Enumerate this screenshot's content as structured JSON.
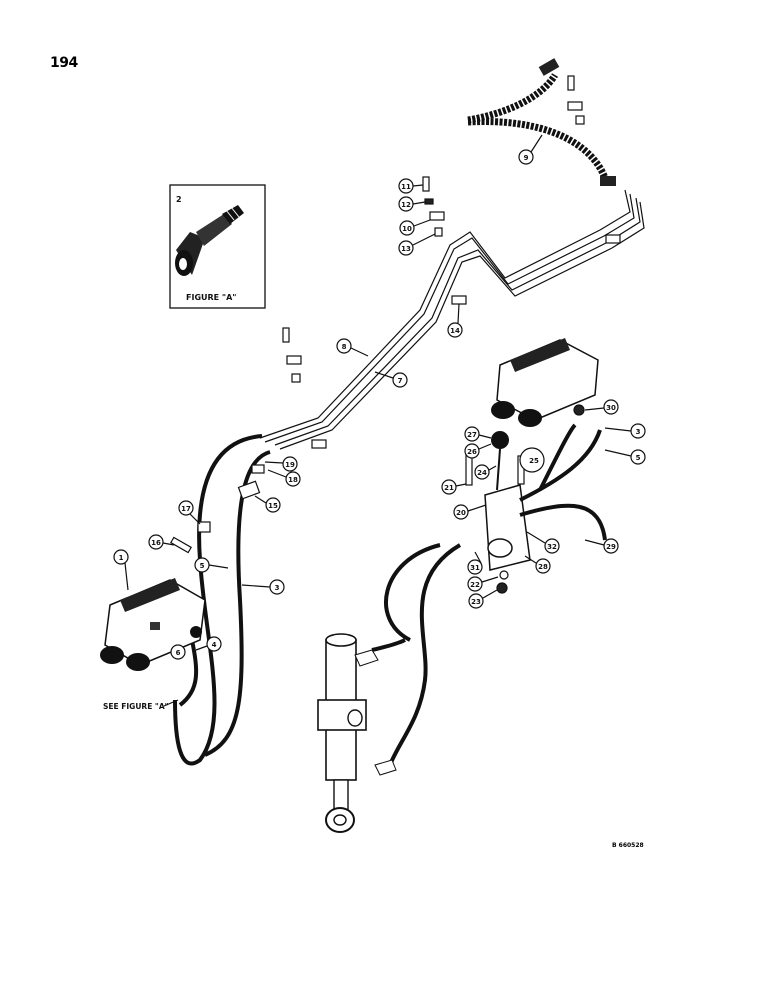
{
  "page_number": "194",
  "drawing_code": "B 660528",
  "inset": {
    "number": "2",
    "caption": "FIGURE \"A\""
  },
  "see_figure_label": "SEE FIGURE \"A\"",
  "callouts": [
    "1",
    "3",
    "3",
    "4",
    "5",
    "5",
    "6",
    "7",
    "8",
    "9",
    "10",
    "11",
    "12",
    "13",
    "14",
    "15",
    "16",
    "17",
    "18",
    "19",
    "21",
    "22",
    "23",
    "24",
    "25",
    "26",
    "27",
    "28",
    "29",
    "30",
    "31",
    "32",
    "20"
  ],
  "colors": {
    "ink": "#111111",
    "paper": "#ffffff"
  }
}
